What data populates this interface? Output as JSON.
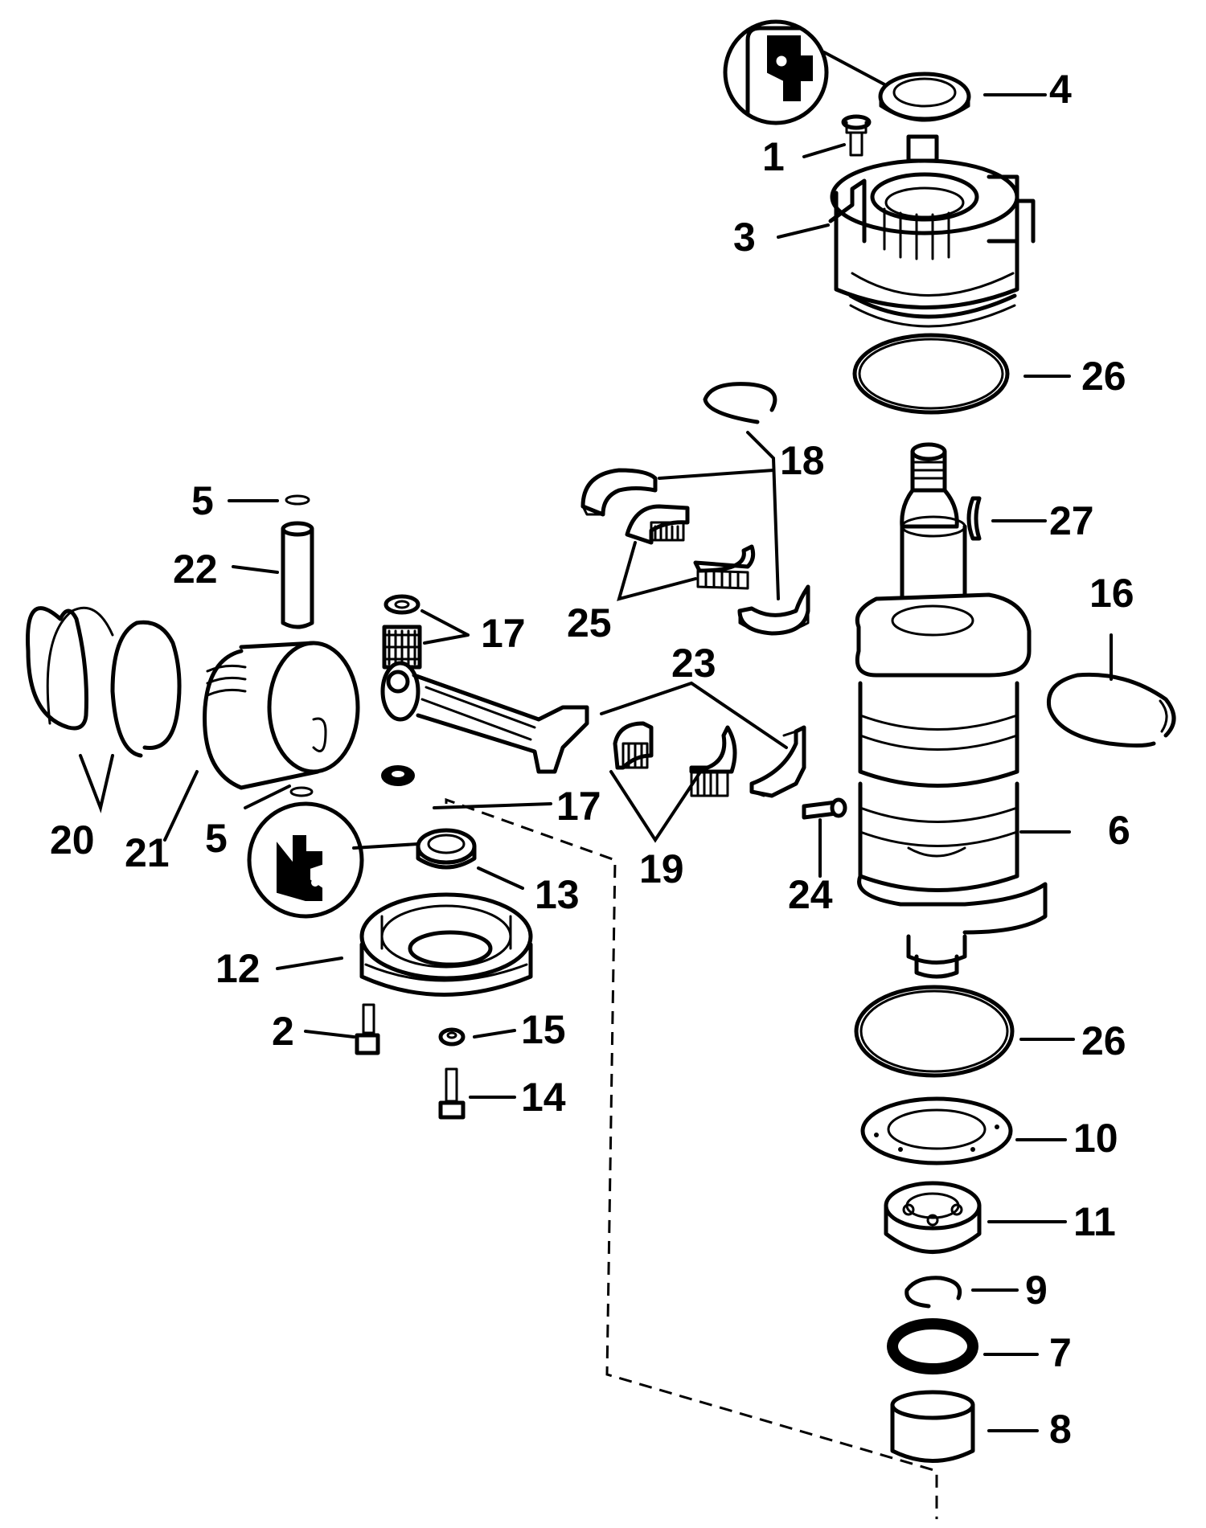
{
  "callouts": [
    {
      "id": "c1",
      "text": "1"
    },
    {
      "id": "c2",
      "text": "2"
    },
    {
      "id": "c3",
      "text": "3"
    },
    {
      "id": "c4",
      "text": "4"
    },
    {
      "id": "c5a",
      "text": "5"
    },
    {
      "id": "c5b",
      "text": "5"
    },
    {
      "id": "c6",
      "text": "6"
    },
    {
      "id": "c7",
      "text": "7"
    },
    {
      "id": "c8",
      "text": "8"
    },
    {
      "id": "c9",
      "text": "9"
    },
    {
      "id": "c10",
      "text": "10"
    },
    {
      "id": "c11",
      "text": "11"
    },
    {
      "id": "c12",
      "text": "12"
    },
    {
      "id": "c13",
      "text": "13"
    },
    {
      "id": "c14",
      "text": "14"
    },
    {
      "id": "c15",
      "text": "15"
    },
    {
      "id": "c16",
      "text": "16"
    },
    {
      "id": "c17a",
      "text": "17"
    },
    {
      "id": "c17b",
      "text": "17"
    },
    {
      "id": "c18",
      "text": "18"
    },
    {
      "id": "c19",
      "text": "19"
    },
    {
      "id": "c20",
      "text": "20"
    },
    {
      "id": "c21",
      "text": "21"
    },
    {
      "id": "c22",
      "text": "22"
    },
    {
      "id": "c23",
      "text": "23"
    },
    {
      "id": "c24",
      "text": "24"
    },
    {
      "id": "c25",
      "text": "25"
    },
    {
      "id": "c26a",
      "text": "26"
    },
    {
      "id": "c26b",
      "text": "26"
    },
    {
      "id": "c27",
      "text": "27"
    }
  ]
}
